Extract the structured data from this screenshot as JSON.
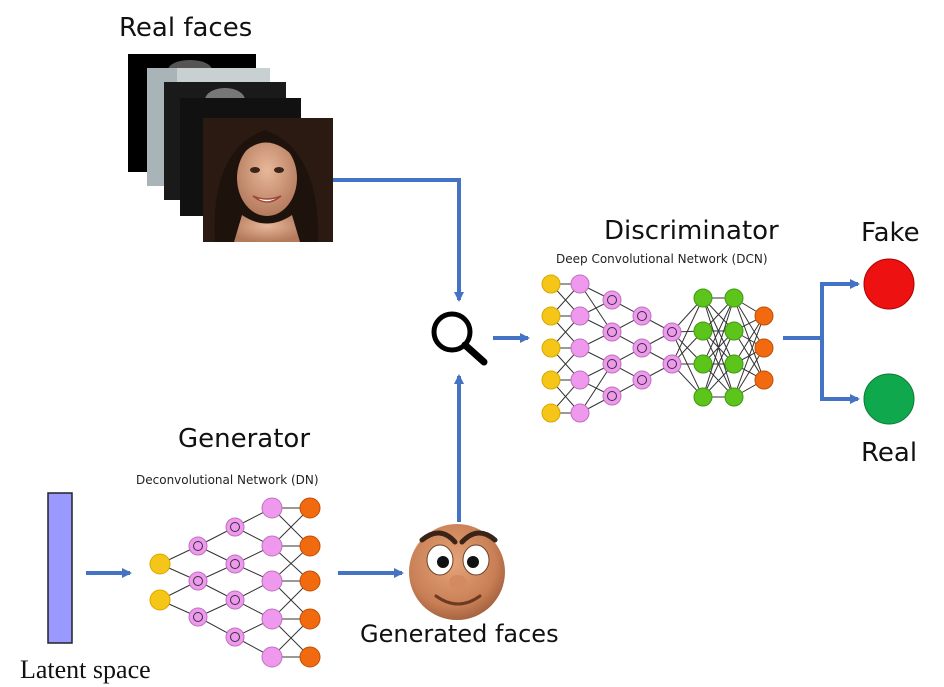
{
  "labels": {
    "real_faces": "Real faces",
    "discriminator": "Discriminator",
    "dcn": "Deep Convolutional Network (DCN)",
    "generator": "Generator",
    "dn": "Deconvolutional Network (DN)",
    "latent_space": "Latent space",
    "generated_faces": "Generated faces",
    "fake": "Fake",
    "real": "Real"
  },
  "colors": {
    "arrow": "#4472c4",
    "latent": "#9999ff",
    "yellow_node": "#f5c518",
    "pink_node": "#ee99ee",
    "green_node": "#5cc41a",
    "orange_node": "#f26a0f",
    "fake_output": "#ee1111",
    "real_output": "#10a84c"
  },
  "icons": {
    "inspect": "magnifier-icon",
    "generated": "cartoon-face-icon"
  }
}
